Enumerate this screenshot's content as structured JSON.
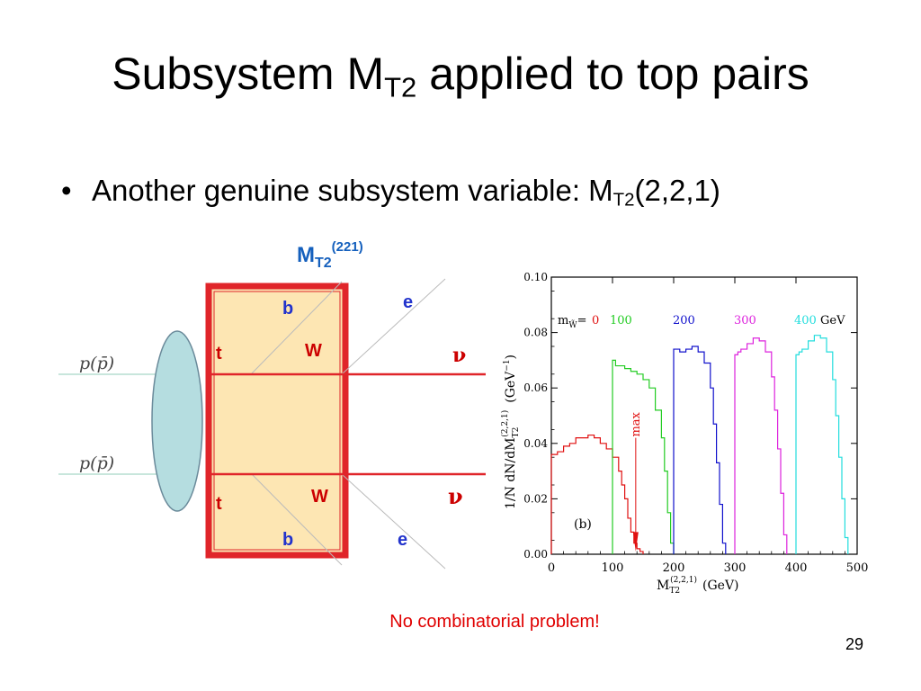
{
  "slide": {
    "title_main": "Subsystem M",
    "title_sub": "T2",
    "title_rest": " applied to top pairs",
    "bullet_marker": "•",
    "bullet_main": "Another genuine subsystem variable: M",
    "bullet_sub": "T2",
    "bullet_rest": "(2,2,1)",
    "note": "No combinatorial problem!",
    "page_number": "29"
  },
  "diagram": {
    "box_label_main": "M",
    "box_label_sub": "T2",
    "box_label_sup": "(221)",
    "incoming_top": "p(p̄)",
    "incoming_bottom": "p(p̄)",
    "top_t": "t",
    "top_b": "b",
    "top_W": "W",
    "top_e": "e",
    "top_nu": "ν",
    "bottom_t": "t",
    "bottom_b": "b",
    "bottom_W": "W",
    "bottom_e": "e",
    "bottom_nu": "ν",
    "colors": {
      "box_fill": "#fde6b3",
      "box_border": "#e0252a",
      "blob": "#b5dde0",
      "label_blue": "#2233cc",
      "label_red": "#cc0000",
      "title_blue": "#1560bd"
    }
  },
  "chart_data": {
    "type": "line",
    "xlabel_main": "M",
    "xlabel_sub": "T2",
    "xlabel_sup": "(2,2,1)",
    "xlabel_unit": "(GeV)",
    "ylabel_main": "1/N dN/dM",
    "ylabel_sub": "T2",
    "ylabel_sup": "(2,2,1)",
    "ylabel_unit": "(GeV",
    "ylabel_unit_sup": "−1",
    "ylabel_unit_close": ")",
    "xlim": [
      0,
      500
    ],
    "ylim": [
      0,
      0.1
    ],
    "xticks": [
      "0",
      "100",
      "200",
      "300",
      "400",
      "500"
    ],
    "yticks": [
      "0.00",
      "0.02",
      "0.04",
      "0.06",
      "0.08",
      "0.10"
    ],
    "panel_label": "(b)",
    "legend_prefix": "m",
    "legend_prefix_sub": "W̃",
    "legend_prefix_eq": "=",
    "legend_unit": "GeV",
    "annotation_max": "max",
    "annotation_x": 138,
    "series": [
      {
        "name": "0",
        "color": "#e01010",
        "x": [
          0,
          10,
          20,
          30,
          40,
          50,
          60,
          70,
          80,
          90,
          100,
          110,
          115,
          120,
          125,
          130,
          135,
          140,
          145,
          150
        ],
        "y": [
          0.036,
          0.037,
          0.039,
          0.04,
          0.042,
          0.042,
          0.043,
          0.042,
          0.04,
          0.038,
          0.035,
          0.03,
          0.025,
          0.02,
          0.013,
          0.008,
          0.004,
          0.002,
          0.001,
          0.0
        ]
      },
      {
        "name": "100",
        "color": "#22cc22",
        "x": [
          100,
          105,
          110,
          120,
          130,
          140,
          150,
          160,
          170,
          180,
          185,
          190,
          195,
          200
        ],
        "y": [
          0.07,
          0.068,
          0.068,
          0.067,
          0.066,
          0.065,
          0.063,
          0.06,
          0.052,
          0.042,
          0.03,
          0.015,
          0.004,
          0.0
        ]
      },
      {
        "name": "200",
        "color": "#1010cc",
        "x": [
          200,
          205,
          210,
          220,
          230,
          240,
          250,
          260,
          265,
          270,
          275,
          280,
          285
        ],
        "y": [
          0.074,
          0.074,
          0.073,
          0.074,
          0.075,
          0.073,
          0.069,
          0.06,
          0.047,
          0.033,
          0.018,
          0.004,
          0.0
        ]
      },
      {
        "name": "300",
        "color": "#dd22dd",
        "x": [
          300,
          305,
          310,
          320,
          330,
          340,
          350,
          360,
          365,
          370,
          375,
          380,
          385
        ],
        "y": [
          0.072,
          0.073,
          0.074,
          0.076,
          0.078,
          0.077,
          0.073,
          0.064,
          0.052,
          0.038,
          0.022,
          0.007,
          0.0
        ]
      },
      {
        "name": "400",
        "color": "#22dddd",
        "x": [
          400,
          405,
          410,
          420,
          430,
          440,
          450,
          460,
          465,
          470,
          475,
          480,
          485
        ],
        "y": [
          0.072,
          0.073,
          0.074,
          0.077,
          0.079,
          0.078,
          0.073,
          0.063,
          0.05,
          0.035,
          0.02,
          0.006,
          0.0
        ]
      }
    ]
  }
}
